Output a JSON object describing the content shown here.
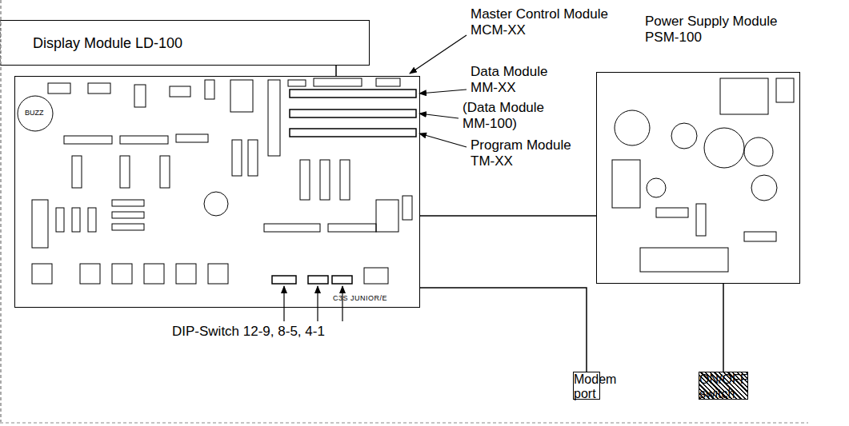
{
  "diagram": {
    "nodes": [
      {
        "text": [
          "Display Module LD-100"
        ]
      },
      {
        "text": [
          "C3S JUNIOR/E"
        ]
      },
      {
        "text": [
          "Power Supply Module PSM-100"
        ]
      },
      {
        "text": [
          "Modem port"
        ]
      },
      {
        "text": [
          "ON/OFF switch"
        ]
      }
    ],
    "edges": [
      {
        "from": 0,
        "to": 1,
        "arrow": "none"
      },
      {
        "from": 1,
        "to": 2,
        "arrow": "none"
      },
      {
        "from": 1,
        "to": 3,
        "arrow": "none"
      },
      {
        "from": 2,
        "to": 4,
        "arrow": "none"
      }
    ],
    "labels": [
      "Master Control Module MCM-XX",
      "Data Module MM-XX",
      "(Data Module MM-100)",
      "Program Module TM-XX",
      "BUZZ",
      "DIP-Switch 12-9, 8-5, 4-1"
    ]
  }
}
